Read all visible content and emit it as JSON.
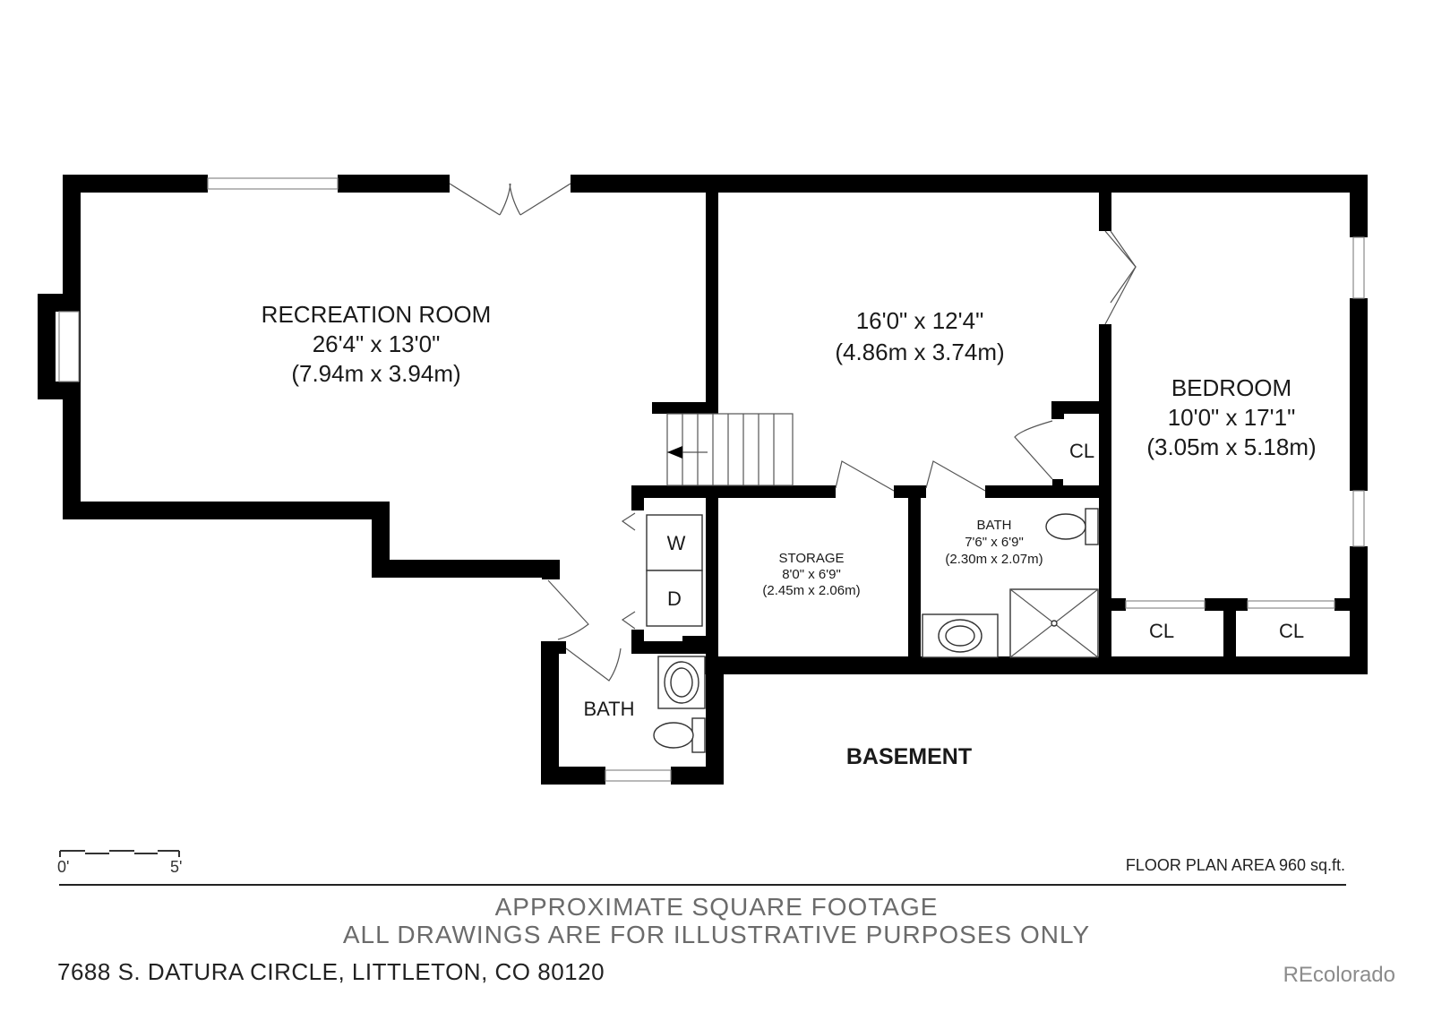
{
  "rooms": {
    "recreation": {
      "name": "RECREATION ROOM",
      "dims_imperial": "26'4\" x 13'0\"",
      "dims_metric": "(7.94m x 3.94m)"
    },
    "middle": {
      "dims_imperial": "16'0\" x 12'4\"",
      "dims_metric": "(4.86m x 3.74m)"
    },
    "bedroom": {
      "name": "BEDROOM",
      "dims_imperial": "10'0\" x 17'1\"",
      "dims_metric": "(3.05m x 5.18m)"
    },
    "storage": {
      "name": "STORAGE",
      "dims_imperial": "8'0\" x 6'9\"",
      "dims_metric": "(2.45m x 2.06m)"
    },
    "bath_upper": {
      "name": "BATH",
      "dims_imperial": "7'6\" x 6'9\"",
      "dims_metric": "(2.30m x 2.07m)"
    },
    "bath_lower": {
      "name": "BATH"
    },
    "closet_label": "CL",
    "washer_label": "W",
    "dryer_label": "D"
  },
  "level_name": "BASEMENT",
  "scale": {
    "start": "0'",
    "end": "5'"
  },
  "floor_plan_area": "FLOOR PLAN AREA 960 sq.ft.",
  "disclaimer": {
    "line1": "APPROXIMATE SQUARE FOOTAGE",
    "line2": "ALL DRAWINGS ARE FOR ILLUSTRATIVE PURPOSES ONLY"
  },
  "address": "7688 S. DATURA CIRCLE, LITTLETON, CO 80120",
  "watermark": "REcolorado"
}
